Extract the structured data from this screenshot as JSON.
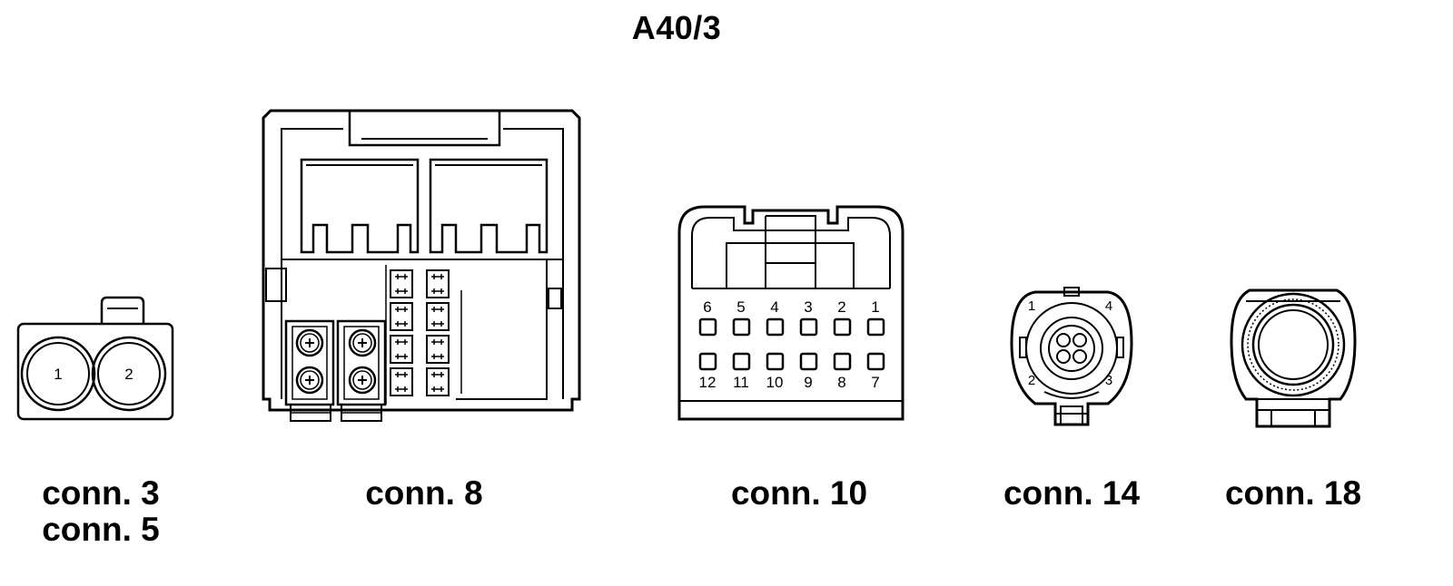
{
  "diagram": {
    "title": "A40/3",
    "connectors": [
      {
        "id": "conn3_5",
        "labels": [
          "conn. 3",
          "conn. 5"
        ],
        "pins": [
          "1",
          "2"
        ]
      },
      {
        "id": "conn8",
        "labels": [
          "conn. 8"
        ],
        "pins": []
      },
      {
        "id": "conn10",
        "labels": [
          "conn. 10"
        ],
        "pins_top": [
          "6",
          "5",
          "4",
          "3",
          "2",
          "1"
        ],
        "pins_bottom": [
          "12",
          "11",
          "10",
          "9",
          "8",
          "7"
        ]
      },
      {
        "id": "conn14",
        "labels": [
          "conn. 14"
        ],
        "pins": [
          "1",
          "4",
          "2",
          "3"
        ]
      },
      {
        "id": "conn18",
        "labels": [
          "conn. 18"
        ],
        "pins": []
      }
    ]
  }
}
